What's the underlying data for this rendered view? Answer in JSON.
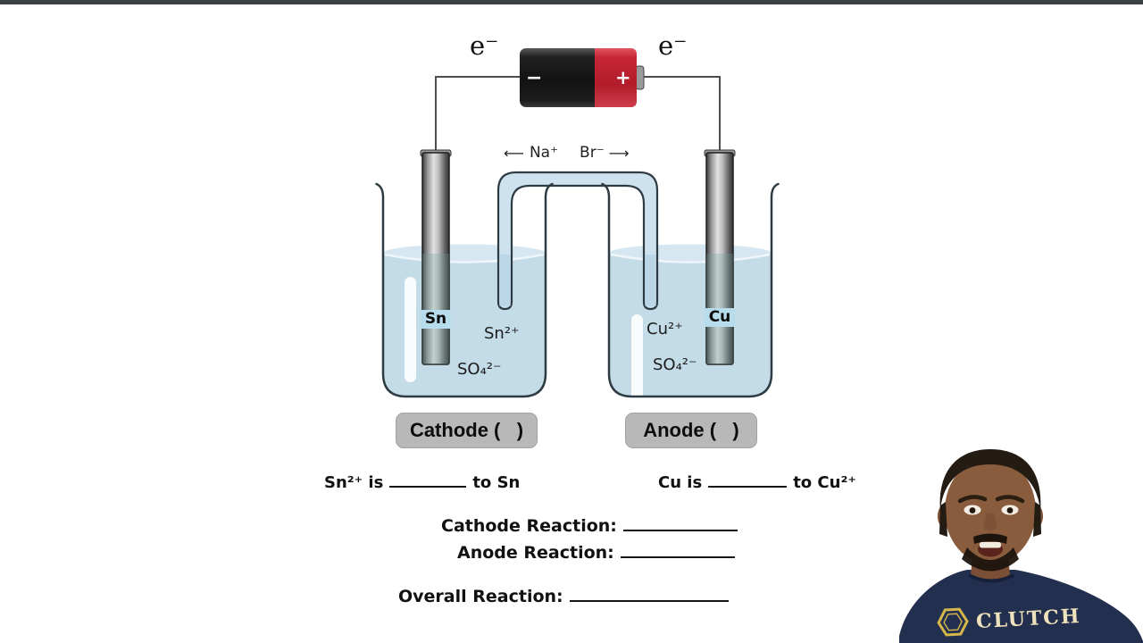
{
  "frame": {
    "top_bar_color": "#3b4042",
    "background_color": "#ffffff"
  },
  "circuit": {
    "electron_left": "e⁻",
    "electron_right": "e⁻",
    "battery": {
      "minus_mark": "−",
      "plus_mark": "+",
      "body_color": "#181818",
      "positive_cap_color": "#bf2030"
    }
  },
  "salt_bridge": {
    "left_arrow": "⟵",
    "cation_label": "Na⁺",
    "anion_label": "Br⁻",
    "right_arrow": "⟶",
    "fill_color": "#cde2ee"
  },
  "left_cell": {
    "electrode_label": "Sn",
    "ion_label": "Sn²⁺",
    "sulfate_label": "SO₄²⁻",
    "plate_label": "Cathode (   )"
  },
  "right_cell": {
    "electrode_label": "Cu",
    "ion_label": "Cu²⁺",
    "sulfate_label": "SO₄²⁻",
    "plate_label": "Anode (   )"
  },
  "worksheet": {
    "sn_sentence_prefix": "Sn²⁺ is",
    "sn_sentence_suffix": "to Sn",
    "cu_sentence_prefix": "Cu is",
    "cu_sentence_suffix": "to Cu²⁺",
    "cathode_reaction_label": "Cathode Reaction:",
    "anode_reaction_label": "Anode Reaction:",
    "overall_reaction_label": "Overall Reaction:"
  },
  "instructor": {
    "shirt_brand": "CLUTCH",
    "shirt_color": "#232f4e",
    "logo_color": "#d4b64a"
  },
  "colors": {
    "water": "#c4dbe8",
    "water_surface": "#d7e7f1",
    "outline": "#2e3b42",
    "plate_background": "#b8b8b8",
    "electrode_label_background": "#b7dcec"
  }
}
